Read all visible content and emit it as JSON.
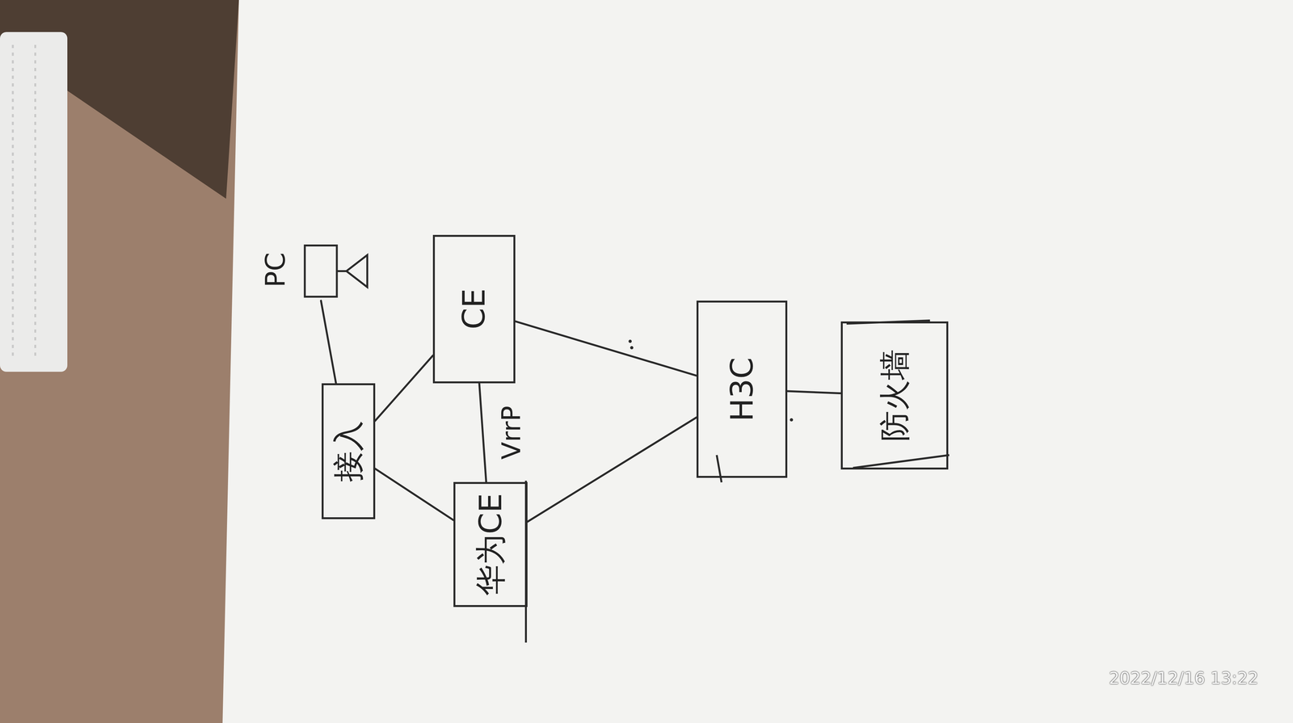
{
  "diagram": {
    "nodes": [
      {
        "text": [
          "PC"
        ]
      },
      {
        "text": [
          "接入"
        ]
      },
      {
        "text": [
          "CE"
        ]
      },
      {
        "text": [
          "华为CE"
        ]
      },
      {
        "text": [
          "H3C"
        ]
      },
      {
        "text": [
          "防火墙"
        ]
      }
    ],
    "edges": [
      {
        "from": 0,
        "to": 1,
        "arrow": "none"
      },
      {
        "from": 1,
        "to": 2,
        "arrow": "none"
      },
      {
        "from": 1,
        "to": 3,
        "arrow": "none"
      },
      {
        "from": 2,
        "to": 3,
        "label": "VrrP",
        "arrow": "none"
      },
      {
        "from": 2,
        "to": 4,
        "arrow": "none"
      },
      {
        "from": 3,
        "to": 4,
        "arrow": "none"
      },
      {
        "from": 4,
        "to": 5,
        "arrow": "none"
      }
    ],
    "labels": [
      "2022/12/16 13:22"
    ]
  }
}
